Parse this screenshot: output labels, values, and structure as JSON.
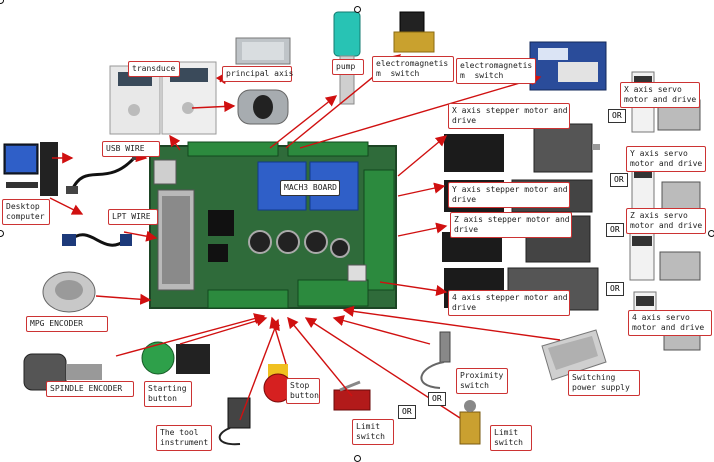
{
  "board": {
    "label": "MACH3 BOARD"
  },
  "labels": {
    "transduce": "transduce",
    "principal_axis": "principal axis",
    "pump": "pump",
    "electromagnetic_switch_1": "electromagnetis\nm  switch",
    "electromagnetic_switch_2": "electromagnetis\nm  switch",
    "usb_wire": "USB WIRE",
    "desktop_computer": "Desktop\ncomputer",
    "lpt_wire": "LPT WIRE",
    "mpg_encoder": "MPG ENCODER",
    "spindle_encoder": "SPINDLE ENCODER",
    "starting_button": "Starting\nbutton",
    "stop_button": "Stop\nbutton",
    "tool_instrument": "The tool\ninstrument",
    "limit_switch_1": "Limit\nswitch",
    "limit_switch_2": "Limit\nswitch",
    "proximity_switch": "Proximity\nswitch",
    "switching_power_supply": "Switching\npower supply",
    "x_stepper": "X axis stepper motor and\ndrive",
    "y_stepper": "Y axis stepper motor and\ndrive",
    "z_stepper": "Z axis stepper motor and\ndrive",
    "a4_stepper": "4 axis stepper motor and\ndrive",
    "x_servo": "X axis servo\nmotor and drive",
    "y_servo": "Y axis servo\nmotor and drive",
    "z_servo": "Z axis servo\nmotor and drive",
    "a4_servo": "4 axis servo\nmotor and drive"
  },
  "or_text": "OR"
}
